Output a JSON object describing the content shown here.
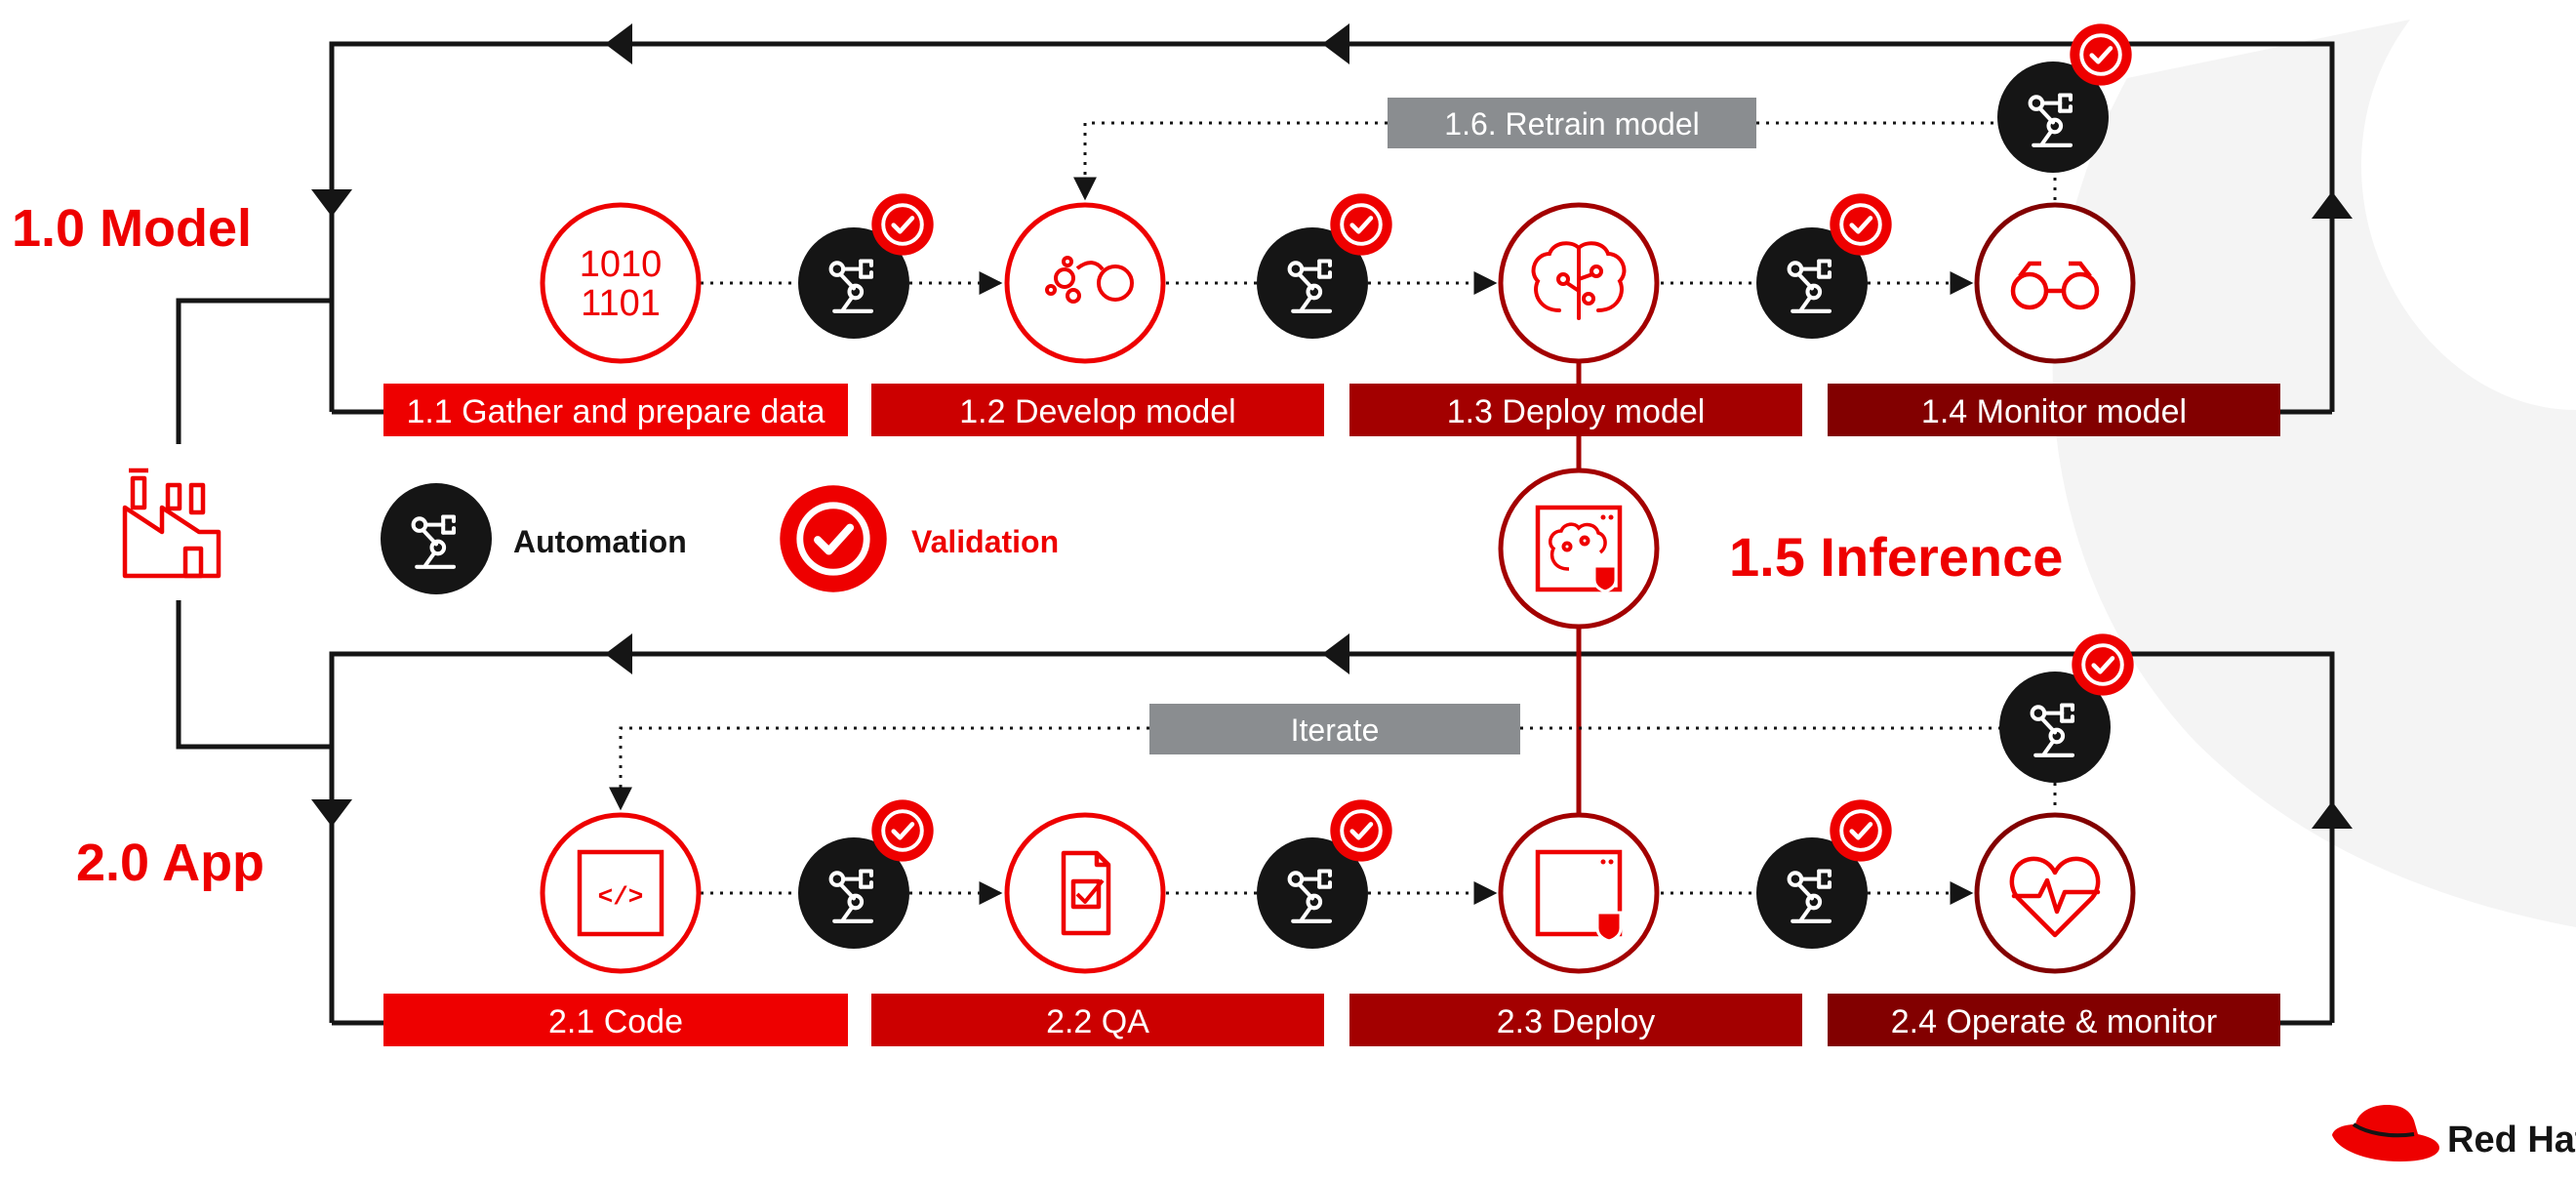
{
  "sections": {
    "model_title": "1.0 Model",
    "app_title": "2.0 App",
    "inference_title": "1.5 Inference"
  },
  "model_stages": [
    {
      "label": "1.1 Gather and prepare data",
      "color": "#ee0000"
    },
    {
      "label": "1.2 Develop model",
      "color": "#cc0000"
    },
    {
      "label": "1.3 Deploy model",
      "color": "#a30000"
    },
    {
      "label": "1.4 Monitor model",
      "color": "#820000"
    }
  ],
  "app_stages": [
    {
      "label": "2.1 Code",
      "color": "#ee0000"
    },
    {
      "label": "2.2 QA",
      "color": "#cc0000"
    },
    {
      "label": "2.3 Deploy",
      "color": "#a30000"
    },
    {
      "label": "2.4 Operate & monitor",
      "color": "#820000"
    }
  ],
  "loops": {
    "retrain_label": "1.6. Retrain model",
    "iterate_label": "Iterate"
  },
  "legend": {
    "automation_label": "Automation",
    "validation_label": "Validation"
  },
  "brand": {
    "logo_text": "Red Hat"
  },
  "colors": {
    "red": "#ee0000",
    "black": "#151515",
    "loop_box": "#8a8d90"
  },
  "icons": [
    "binary-data-icon",
    "model-bubbles-icon",
    "brain-icon",
    "binoculars-icon",
    "code-icon",
    "qa-document-icon",
    "deploy-container-icon",
    "heartbeat-icon",
    "inference-icon",
    "automation-robot-icon",
    "validation-check-icon",
    "factory-icon",
    "red-hat-logo-icon"
  ]
}
